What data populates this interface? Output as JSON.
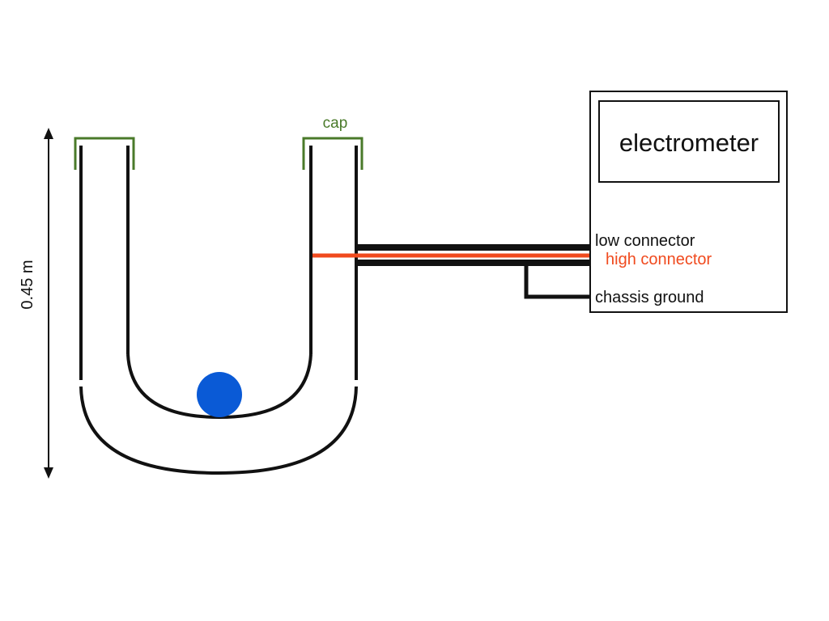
{
  "labels": {
    "dimension": "0.45 m",
    "cap": "cap",
    "instrument": "electrometer",
    "low_connector": "low connector",
    "high_connector": "high connector",
    "chassis_ground": "chassis ground"
  },
  "colors": {
    "tube_wall": "#111111",
    "cap": "#4a7a2a",
    "high_wire": "#f04a1e",
    "ball": "#0a5ad6",
    "box_outline": "#111111"
  }
}
